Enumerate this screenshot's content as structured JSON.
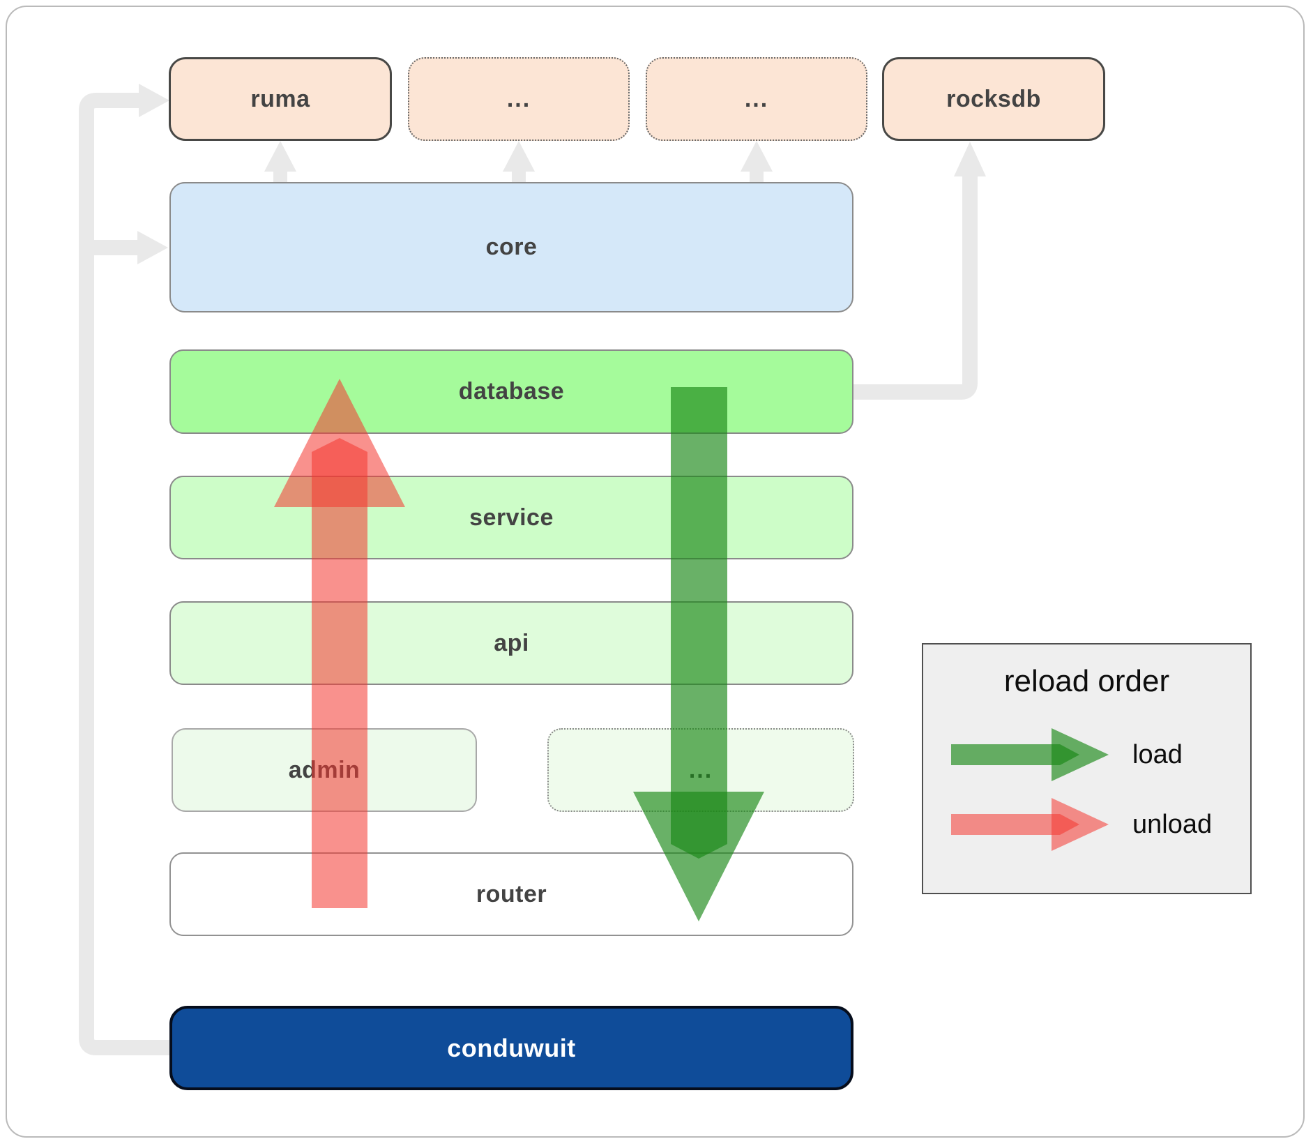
{
  "diagram": {
    "top_row": {
      "ruma": {
        "label": "ruma"
      },
      "more1": {
        "label": "..."
      },
      "more2": {
        "label": "..."
      },
      "rocksdb": {
        "label": "rocksdb"
      }
    },
    "core": {
      "label": "core"
    },
    "database": {
      "label": "database"
    },
    "service": {
      "label": "service"
    },
    "api": {
      "label": "api"
    },
    "admin": {
      "label": "admin"
    },
    "admin_more": {
      "label": "..."
    },
    "router": {
      "label": "router"
    },
    "app": {
      "label": "conduwuit"
    }
  },
  "legend": {
    "title": "reload order",
    "load_label": "load",
    "unload_label": "unload"
  },
  "colors": {
    "connector": "#e9e9e9",
    "load_arrow": "rgba(25,135,22,0.65)",
    "unload_arrow": "rgba(244,54,48,0.55)",
    "database_fill": "#a5fb9b",
    "core_fill": "#d5e8f9",
    "node_fill": "#fce5d5",
    "app_fill": "#0f4c99",
    "legend_bg": "#efefef"
  },
  "icons": {
    "load_arrow": "down-arrow-icon",
    "unload_arrow": "up-arrow-icon",
    "dependency_arrows": "gray-connector-arrow-icon"
  }
}
